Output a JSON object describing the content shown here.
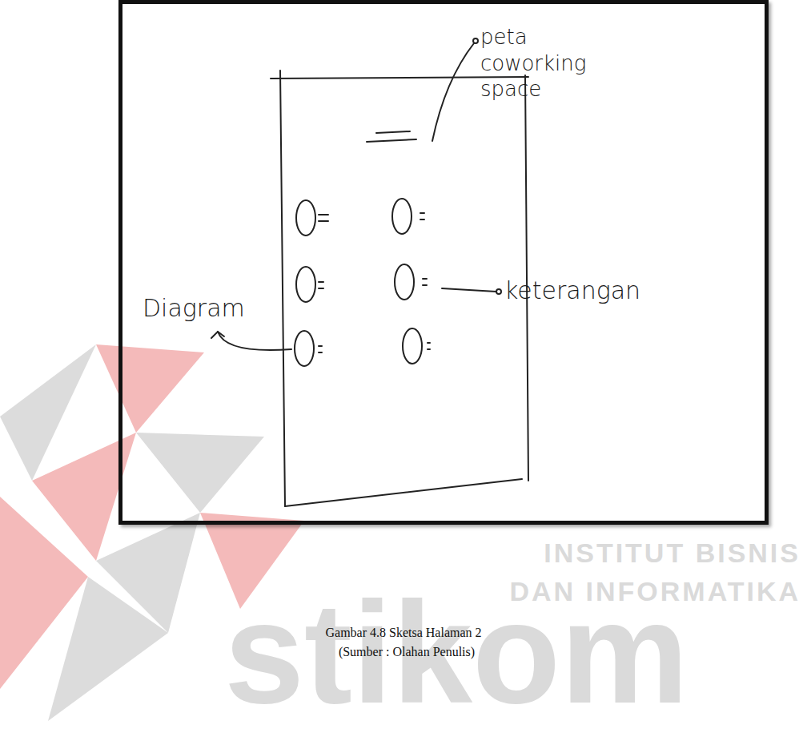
{
  "diagram": {
    "caption": "Gambar 4.8 Sketsa Halaman 2",
    "labels": [
      "peta coworking space",
      "keterangan",
      "Diagram",
      "(Sumber : Olahan Penulis)",
      "INSTITUT BISNIS",
      "DAN INFORMATIKA",
      "stikom"
    ]
  }
}
